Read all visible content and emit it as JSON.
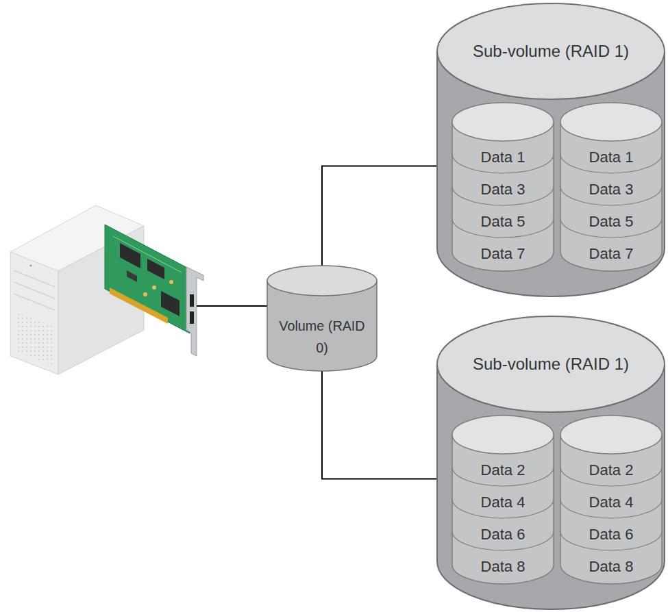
{
  "diagram": {
    "nodes": [
      {
        "text": [
          "Volume (RAID 0)"
        ]
      },
      {
        "text": [
          "Sub-volume (RAID 1)"
        ]
      },
      {
        "text": [
          "Data 1",
          "Data 3",
          "Data 5",
          "Data 7"
        ],
        "in": 1
      },
      {
        "text": [
          "Data 1",
          "Data 3",
          "Data 5",
          "Data 7"
        ],
        "in": 1
      },
      {
        "text": [
          "Sub-volume (RAID 1)"
        ]
      },
      {
        "text": [
          "Data 2",
          "Data 4",
          "Data 6",
          "Data 8"
        ],
        "in": 4
      },
      {
        "text": [
          "Data 2",
          "Data 4",
          "Data 6",
          "Data 8"
        ],
        "in": 4
      }
    ],
    "edges": [
      {
        "from": 0,
        "to": 1,
        "arrow": "none"
      },
      {
        "from": 0,
        "to": 4,
        "arrow": "none"
      }
    ]
  }
}
